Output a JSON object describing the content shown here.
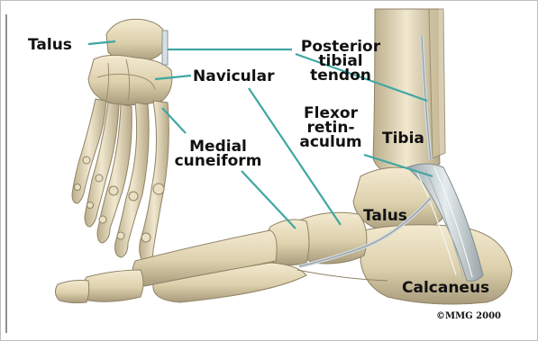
{
  "labels": {
    "talus_top": "Talus",
    "posterior_line1": "Posterior",
    "posterior_line2": "tibial",
    "posterior_line3": "tendon",
    "navicular": "Navicular",
    "flexor_line1": "Flexor",
    "flexor_line2": "retin-",
    "flexor_line3": "aculum",
    "medial_line1": "Medial",
    "medial_line2": "cuneiform",
    "tibia": "Tibia",
    "talus_side": "Talus",
    "calcaneus": "Calcaneus"
  },
  "copyright": "©MMG 2000",
  "colors": {
    "bone": "#e3d7b4",
    "bone_shadow": "#a99d7f",
    "leader": "#3fa7a2",
    "tendon": "#c9d3d7",
    "background": "#ffffff"
  }
}
